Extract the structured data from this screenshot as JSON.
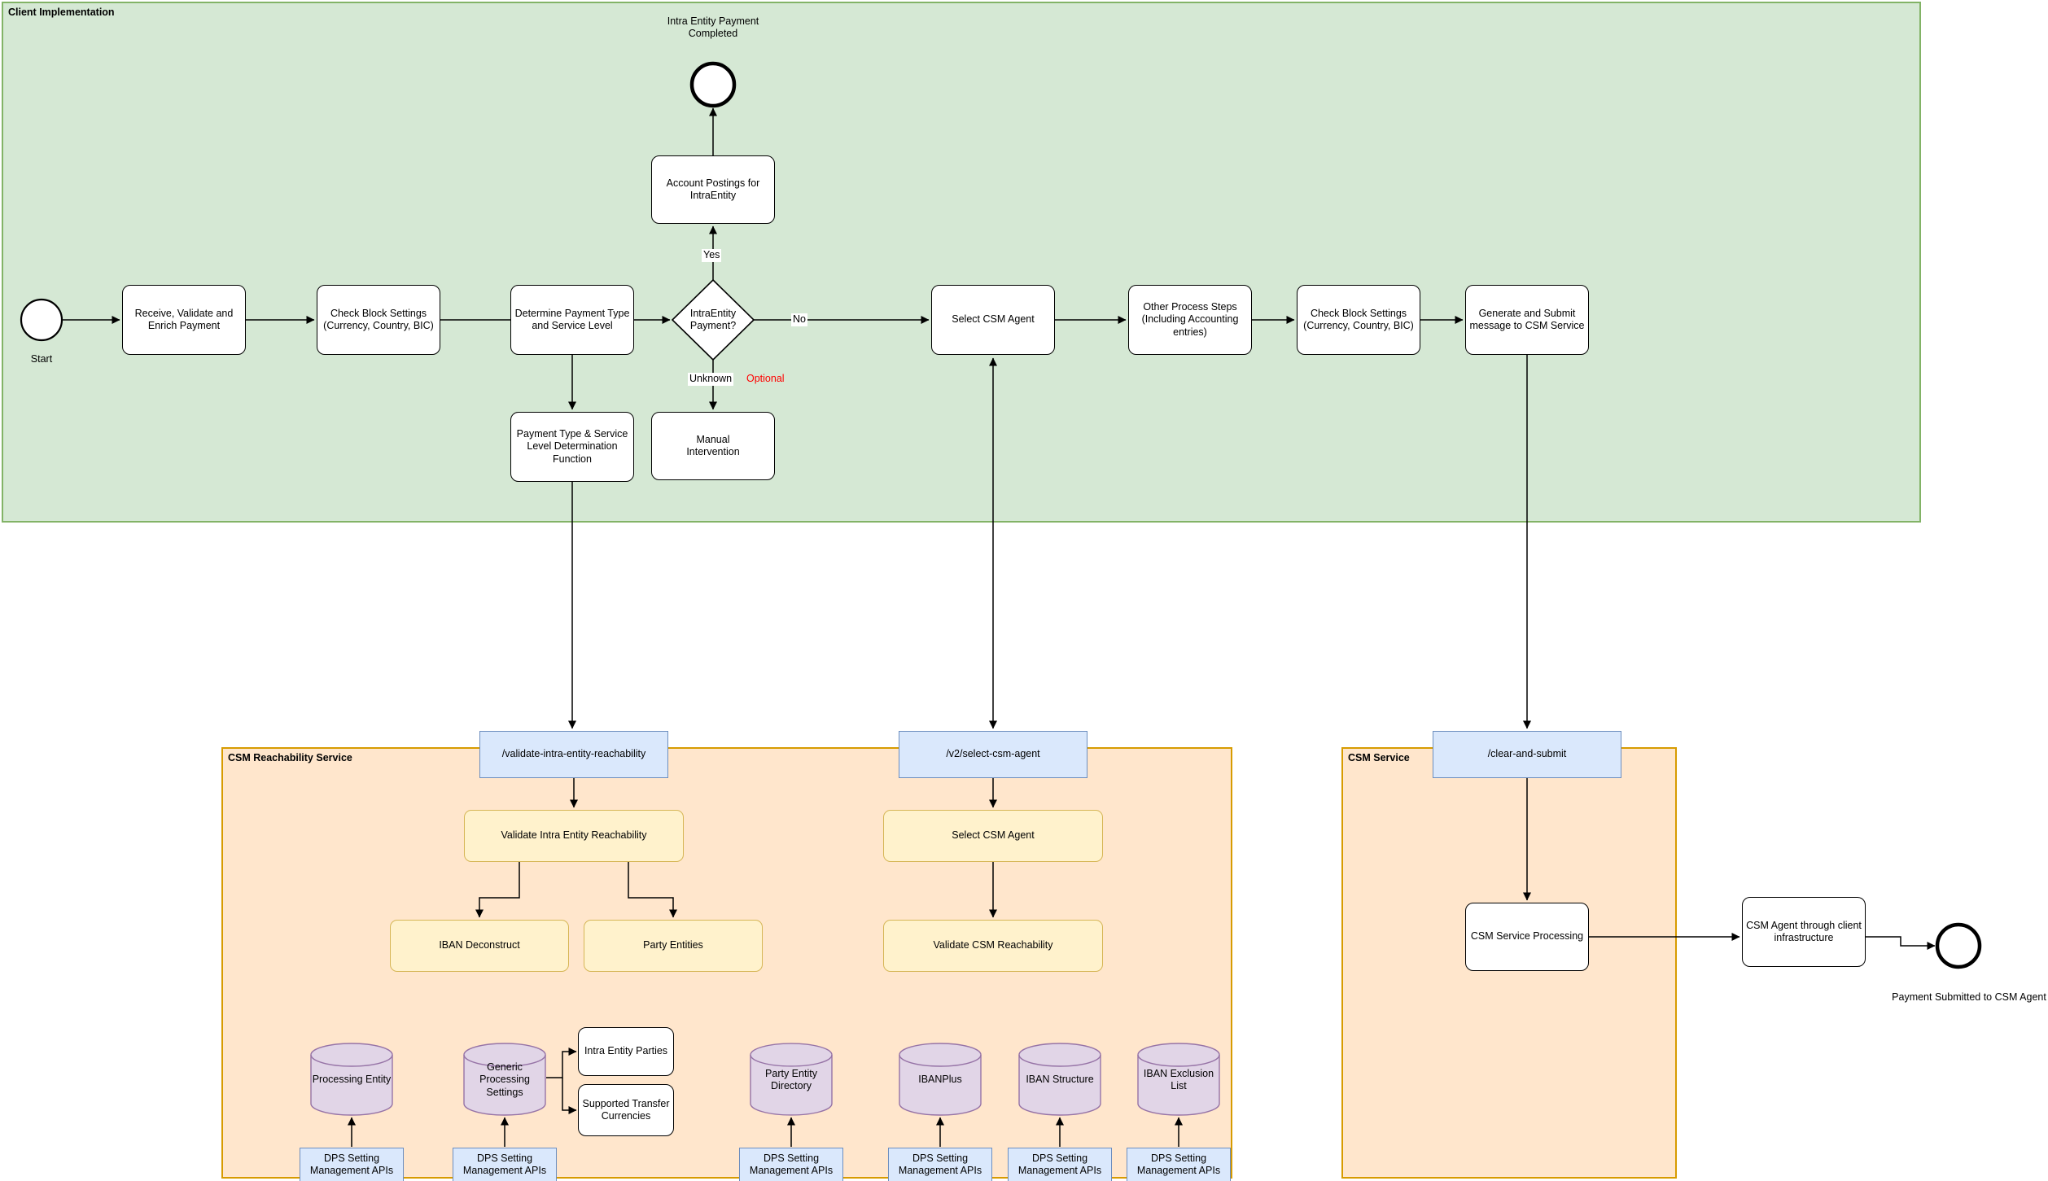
{
  "client": {
    "title": "Client Implementation",
    "start_label": "Start",
    "end_label": "Intra Entity Payment\nCompleted",
    "receive": "Receive, Validate and\nEnrich Payment",
    "check_block_1": "Check Block Settings\n(Currency, Country, BIC)",
    "determine": "Determine Payment Type\nand Service Level",
    "decision": "IntraEntity\nPayment?",
    "select_csm_agent": "Select CSM Agent",
    "other_steps": "Other Process Steps\n(Including Accounting\nentries)",
    "check_block_2": "Check Block Settings\n(Currency, Country, BIC)",
    "generate_submit": "Generate and Submit\nmessage to CSM Service",
    "account_postings": "Account Postings for\nIntraEntity",
    "pt_function": "Payment Type  & Service\nLevel Determination\nFunction",
    "manual_intervention": "Manual\nIntervention",
    "edge_yes": "Yes",
    "edge_no": "No",
    "edge_unknown": "Unknown",
    "edge_optional": "Optional"
  },
  "reachability": {
    "title": "CSM Reachability Service",
    "endpoint_validate": "/validate-intra-entity-reachability",
    "endpoint_select": "/v2/select-csm-agent",
    "validate_intra": "Validate Intra Entity Reachability",
    "iban_deconstruct": "IBAN Deconstruct",
    "party_entities": "Party Entities",
    "select_csm_agent": "Select CSM Agent",
    "validate_csm": "Validate CSM Reachability",
    "dps_api_label": "DPS Setting\nManagement APIs",
    "store_processing_entity": "Processing Entity",
    "store_generic_settings": "Generic\nProcessing\nSettings",
    "store_party_directory": "Party Entity\nDirectory",
    "store_ibanplus": "IBANPlus",
    "store_iban_structure": "IBAN Structure",
    "store_iban_exclusion": "IBAN Exclusion\nList",
    "intra_entity_parties": "Intra Entity Parties",
    "supported_currencies": "Supported Transfer\nCurrencies"
  },
  "csm": {
    "title": "CSM Service",
    "endpoint_clear": "/clear-and-submit",
    "processing": "CSM Service Processing",
    "agent_infra": "CSM Agent through client\ninfrastructure",
    "end_label": "Payment Submitted to CSM Agent"
  },
  "colors": {
    "lane_client_fill": "#D5E8D4",
    "lane_client_border": "#82B366",
    "lane_service_fill": "#FFE6CC",
    "lane_service_border": "#D79B00",
    "endpoint_fill": "#DAE8FC",
    "endpoint_border": "#6C8EBF",
    "function_fill": "#FFF2CC",
    "function_border": "#D6B656",
    "store_fill": "#E1D5E7",
    "store_border": "#9673A6",
    "optional_text": "#FF0000"
  }
}
